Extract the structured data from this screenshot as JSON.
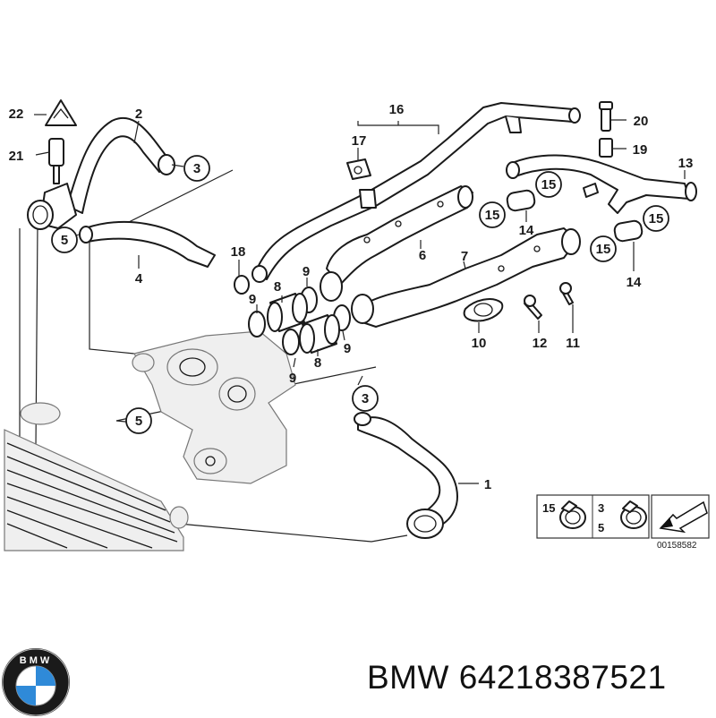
{
  "diagram": {
    "callouts_plain": [
      "1",
      "2",
      "4",
      "6",
      "7",
      "8",
      "8",
      "9",
      "9",
      "9",
      "9",
      "10",
      "11",
      "12",
      "13",
      "14",
      "14",
      "16",
      "17",
      "18",
      "19",
      "20",
      "21",
      "22"
    ],
    "callouts_circled": [
      "3",
      "3",
      "5",
      "5",
      "15",
      "15",
      "15",
      "15"
    ],
    "legend": {
      "labels": [
        "15",
        "3",
        "5"
      ],
      "code": "00158582"
    }
  },
  "footer": {
    "brand": "BMW",
    "part_number": "64218387521",
    "text": "BMW 64218387521",
    "logo_letters": "BMW"
  },
  "colors": {
    "line": "#1a1a1a",
    "engine_fill": "#efefef",
    "logo_blue": "#2f8ad8",
    "logo_ring": "#1a1a1a"
  }
}
